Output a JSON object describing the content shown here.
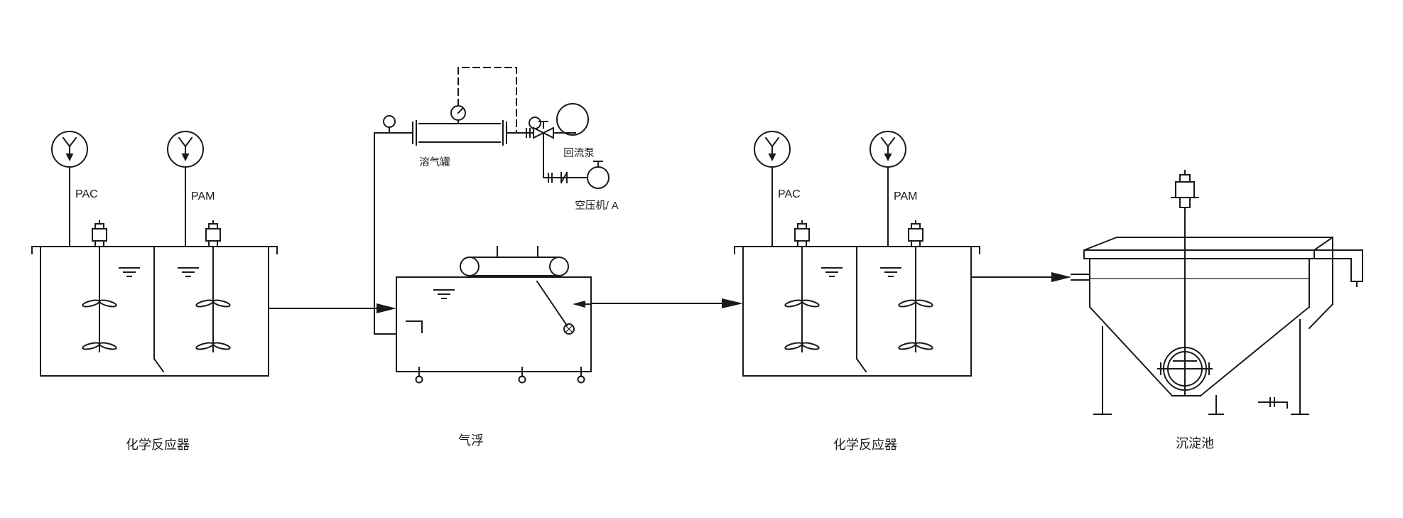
{
  "labels": {
    "pac_1": "PAC",
    "pam_1": "PAM",
    "pac_2": "PAC",
    "pam_2": "PAM",
    "saturator": "溶气罐",
    "recycle_pump": "回流泵",
    "air_compressor": "空压机/ A",
    "reactor_1": "化学反应器",
    "flotation": "气浮",
    "reactor_2": "化学反应器",
    "sedimentation": "沉淀池"
  },
  "colors": {
    "line": "#1a1a1a",
    "background": "#ffffff"
  }
}
